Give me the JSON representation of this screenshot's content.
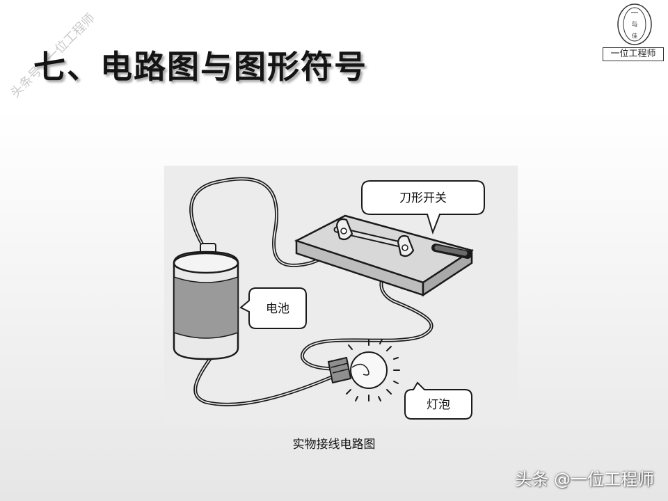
{
  "slide": {
    "title": "七、电路图与图形符号"
  },
  "watermark": {
    "text": "头条号：一位工程师"
  },
  "logo": {
    "circle_top": "一",
    "circle_mid": "与",
    "circle_bottom": "佳",
    "label": "一位工程师"
  },
  "figure": {
    "labels": {
      "switch": "刀形开关",
      "battery": "电池",
      "bulb": "灯泡"
    },
    "caption": "实物接线电路图",
    "icons": [
      "knife-switch-icon",
      "battery-icon",
      "light-bulb-icon"
    ]
  },
  "footer": {
    "text": "头条 @一位工程师"
  }
}
